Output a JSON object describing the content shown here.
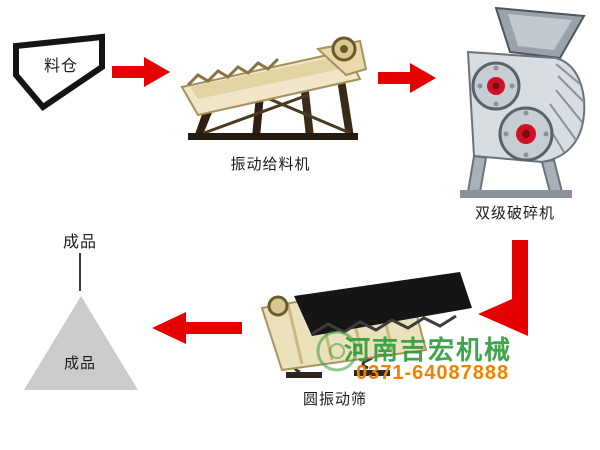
{
  "diagram": {
    "nodes": {
      "hopper": {
        "label": "料仓"
      },
      "feeder": {
        "label": "振动给料机"
      },
      "crusher": {
        "label": "双级破碎机"
      },
      "screen": {
        "label": "圆振动筛"
      },
      "product": {
        "pointer_label": "成品",
        "pile_label": "成品"
      }
    },
    "watermark": {
      "company": "河南吉宏机械",
      "phone": "0371-64087888"
    },
    "colors": {
      "arrow_red": "#e60000",
      "watermark_green": "#2f9e3c",
      "watermark_orange": "#f08200",
      "pile_gray": "#cbcbcb",
      "feeder_beige": "#f1e7c8",
      "crusher_gray": "#d8dde1",
      "screen_black": "#151515"
    }
  }
}
